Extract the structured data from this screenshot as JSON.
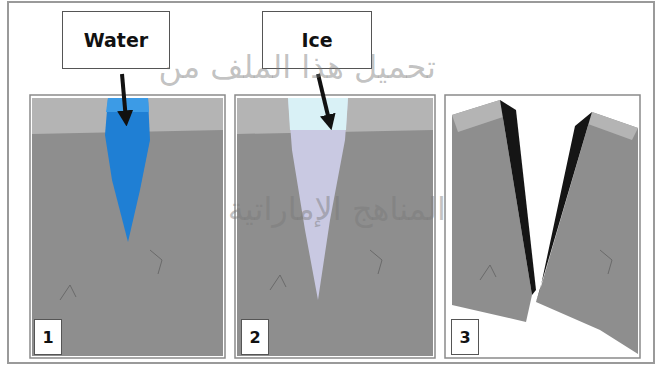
{
  "diagram": {
    "nodes": [
      {
        "text": [
          "Water"
        ]
      },
      {
        "text": [
          "Ice"
        ]
      },
      {
        "text": [
          "1"
        ]
      },
      {
        "text": [
          "2"
        ]
      },
      {
        "text": [
          "3"
        ]
      }
    ],
    "labels": [
      "تحميل هذا الملف من",
      "المناهج الإماراتية"
    ]
  }
}
